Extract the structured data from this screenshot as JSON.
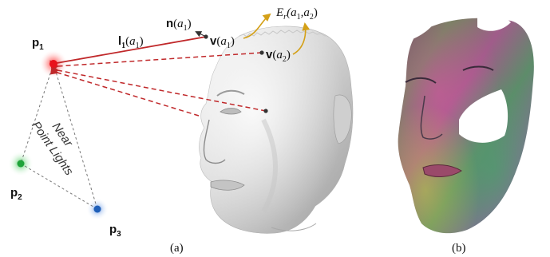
{
  "figure": {
    "panel_a": {
      "caption": "(a)",
      "lights": {
        "p1": {
          "label": "p",
          "sub": "1",
          "color": "#e8121b"
        },
        "p2": {
          "label": "p",
          "sub": "2",
          "color": "#1fa33a"
        },
        "p3": {
          "label": "p",
          "sub": "3",
          "color": "#1f5fb8"
        },
        "group_label_line1": "Near",
        "group_label_line2": "Point Lights"
      },
      "vectors": {
        "l1": {
          "bold": "l",
          "sub": "1",
          "arg_open": "(",
          "arg": "a",
          "arg_sub": "1",
          "arg_close": ")"
        },
        "n": {
          "bold": "n",
          "arg_open": "(",
          "arg": "a",
          "arg_sub": "1",
          "arg_close": ")"
        },
        "v1": {
          "bold": "v",
          "arg_open": "(",
          "arg": "a",
          "arg_sub": "1",
          "arg_close": ")"
        },
        "v2": {
          "bold": "v",
          "arg_open": "(",
          "arg": "a",
          "arg_sub": "2",
          "arg_close": ")"
        }
      },
      "energy": {
        "symbol": "E",
        "sub": "r",
        "args": "(a",
        "a1sub": "1",
        "comma": ",a",
        "a2sub": "2",
        "close": ")"
      },
      "colors": {
        "light_ray": "#c0282a",
        "energy_arrow": "#d4a017",
        "dashed_grey": "#777777",
        "face": "#d9d9d9"
      }
    },
    "panel_b": {
      "caption": "(b)"
    }
  }
}
